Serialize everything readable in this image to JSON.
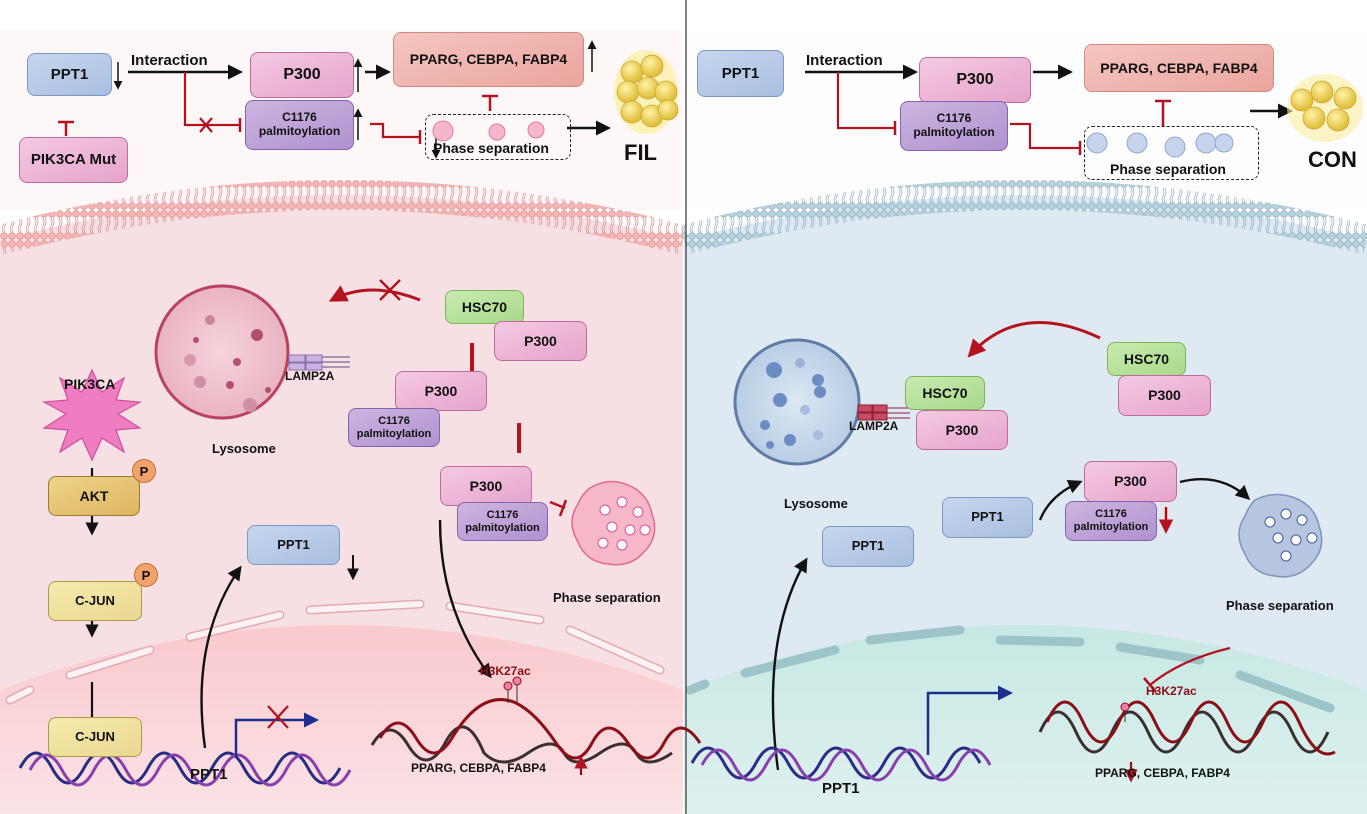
{
  "colors": {
    "fil_bg": "#f8dfe3",
    "con_bg": "#dfe9f1",
    "inhibit_red": "#b3121f",
    "arrow_black": "#111111",
    "tss_blue": "#1f2e8c",
    "membrane_pink": "#f0a8a8",
    "membrane_blue": "#9ec2d2"
  },
  "fil_panel": {
    "summary": {
      "ppt1": "PPT1",
      "ppt1_trend": "down",
      "pik3ca_mut": "PIK3CA Mut",
      "interaction": "Interaction",
      "p300": "P300",
      "p300_trend": "up",
      "c1176_line1": "C1176",
      "c1176_line2": "palmitoylation",
      "c1176_trend": "up",
      "genes": "PPARG, CEBPA, FABP4",
      "genes_trend": "up",
      "phase_separation": "Phase separation",
      "phase_trend": "down",
      "outcome": "FIL"
    },
    "cell": {
      "lysosome": "Lysosome",
      "lamp2a": "LAMP2A",
      "hsc70": "HSC70",
      "p300_a": "P300",
      "p300_b": "P300",
      "c1176_b_line1": "C1176",
      "c1176_b_line2": "palmitoylation",
      "p300_c": "P300",
      "c1176_c_line1": "C1176",
      "c1176_c_line2": "palmitoylation",
      "pik3ca": "PIK3CA",
      "akt": "AKT",
      "cjun": "C-JUN",
      "cjun_dna": "C-JUN",
      "phospho": "P",
      "ppt1_protein": "PPT1",
      "ppt1_trend": "down",
      "phase_separation": "Phase separation",
      "h3k27ac": "H3K27ac",
      "ppt1_gene": "PPT1",
      "genes": "PPARG, CEBPA, FABP4",
      "genes_trend": "up"
    }
  },
  "con_panel": {
    "summary": {
      "ppt1": "PPT1",
      "interaction": "Interaction",
      "p300": "P300",
      "c1176_line1": "C1176",
      "c1176_line2": "palmitoylation",
      "genes": "PPARG, CEBPA, FABP4",
      "phase_separation": "Phase separation",
      "outcome": "CON"
    },
    "cell": {
      "lysosome": "Lysosome",
      "lamp2a": "LAMP2A",
      "hsc70_bound": "HSC70",
      "p300_bound": "P300",
      "hsc70_free": "HSC70",
      "p300_free": "P300",
      "ppt1_a": "PPT1",
      "p300_c": "P300",
      "c1176_line1": "C1176",
      "c1176_line2": "palmitoylation",
      "c1176_trend": "down",
      "ppt1_protein": "PPT1",
      "phase_separation": "Phase separation",
      "h3k27ac": "H3K27ac",
      "ppt1_gene": "PPT1",
      "genes": "PPARG, CEBPA, FABP4",
      "genes_trend": "down"
    }
  }
}
